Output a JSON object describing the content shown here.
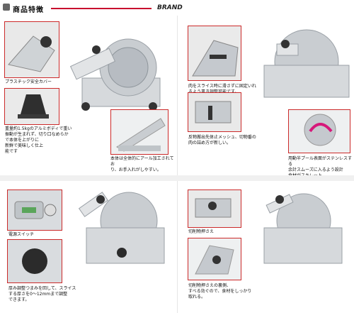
{
  "header": {
    "title": "商品特徴",
    "brand": "BRAND"
  },
  "q1": {
    "captions": {
      "c1": "プラスチック安全カバー",
      "c2": "重量約1.5kgのアルミボディで重い\n振動が生まれず、切り口なめらか\nで本体を上がりに\n新鮮で美味しく仕上\n能です",
      "c3": "本体は全体的にアール加工されてお\nり、お手入れがしやすい。"
    }
  },
  "q2": {
    "captions": {
      "c1": "肉をスライス時に滑さずに固定いれ\nるよう書き調整可能です。",
      "c2": "反物搬出先体止メッシュ、切物番の\n肉の詰め方が新しい。",
      "c3": "用動半プール表面がステンレスする\n余計スムーズに入るよう設計\n食材がスキレット"
    }
  },
  "q3": {
    "captions": {
      "c1": "電源スイッチ",
      "c2": "厚み調整つまみを回して、スライス\nする厚さを0〜12mmまで調整\nできます。"
    }
  },
  "q4": {
    "captions": {
      "c1": "切削物押さえ",
      "c2": "切削物押さえの裏側、\nすべる効ぐので、食材をしっかり\n取れる。"
    }
  }
}
